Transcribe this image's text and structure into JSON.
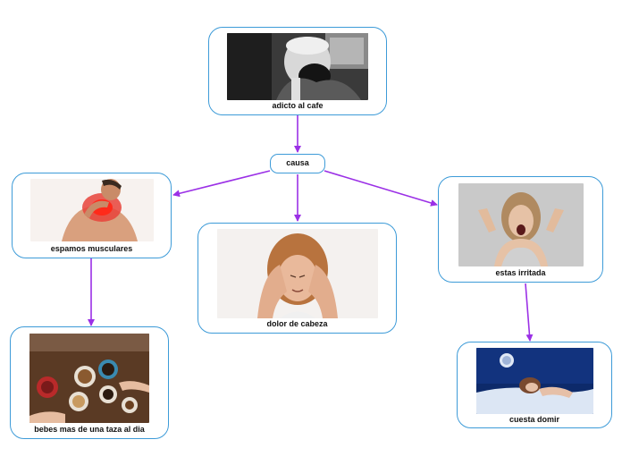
{
  "nodes": {
    "root": {
      "label": "adicto al cafe",
      "image": "man-drinking-coffee-photo"
    },
    "causa": {
      "label": "causa"
    },
    "spasms": {
      "label": "espamos musculares",
      "image": "neck-pain-photo"
    },
    "headache": {
      "label": "dolor de cabeza",
      "image": "woman-headache-photo"
    },
    "irritated": {
      "label": "estas irritada",
      "image": "screaming-woman-photo"
    },
    "cups": {
      "label": "bebes mas de una taza al dia",
      "image": "coffee-cups-table-photo"
    },
    "sleep": {
      "label": "cuesta domir",
      "image": "insomnia-bed-photo"
    }
  },
  "colors": {
    "node_border": "#3d9bd8",
    "edge": "#9b30e6"
  }
}
